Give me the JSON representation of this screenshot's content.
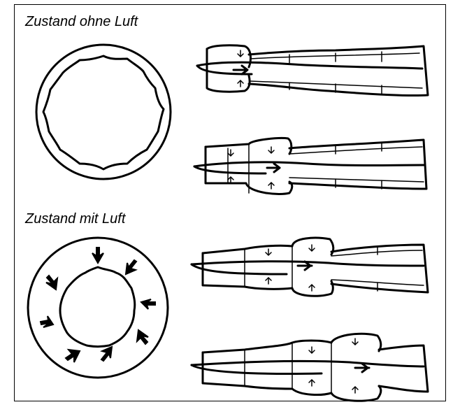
{
  "captions": {
    "without_air": "Zustand ohne Luft",
    "with_air": "Zustand mit Luft"
  },
  "colors": {
    "ink": "#000000",
    "paper": "#ffffff"
  },
  "icons": [
    "cross-section-relaxed",
    "cross-section-compressed",
    "pressure-arrow",
    "flow-arrow"
  ]
}
